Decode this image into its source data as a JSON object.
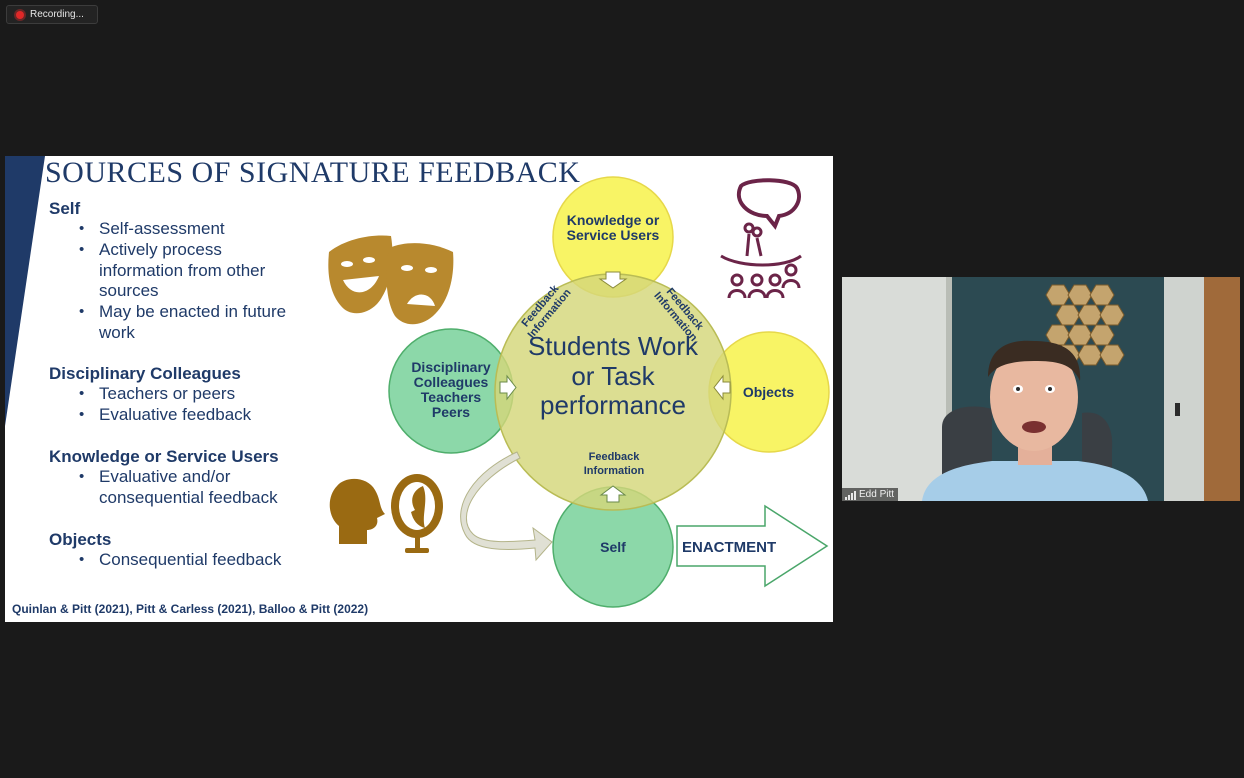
{
  "recording": {
    "label": "Recording..."
  },
  "slide": {
    "title": "SOURCES OF SIGNATURE FEEDBACK",
    "sections": [
      {
        "heading": "Self",
        "bullets": [
          "Self-assessment",
          "Actively process information from other sources",
          "May be enacted in future work"
        ]
      },
      {
        "heading": "Disciplinary Colleagues",
        "bullets": [
          "Teachers or peers",
          "Evaluative feedback"
        ]
      },
      {
        "heading": "Knowledge or Service Users",
        "bullets": [
          "Evaluative and/or consequential feedback"
        ]
      },
      {
        "heading": "Objects",
        "bullets": [
          "Consequential feedback"
        ]
      }
    ],
    "references": "Quinlan & Pitt (2021),  Pitt & Carless (2021), Balloo & Pitt (2022)",
    "diagram": {
      "center": "Students Work or Task performance",
      "knowledge": "Knowledge or Service Users",
      "colleagues": "Disciplinary Colleagues Teachers Peers",
      "objects": "Objects",
      "self": "Self",
      "enactment": "ENACTMENT",
      "feedback_left": "Feedback Information",
      "feedback_right": "Feedback Information",
      "feedback_bottom": "Feedback Information"
    }
  },
  "participant": {
    "name": "Edd Pitt"
  },
  "colors": {
    "navy": "#1f3a68",
    "center_circle": "#d4d77a",
    "yellow_circle": "#f7f24a",
    "green_circle": "#7fd4a0",
    "masks": "#b8892e",
    "bronze": "#9a6a12",
    "plum": "#6b2448"
  }
}
